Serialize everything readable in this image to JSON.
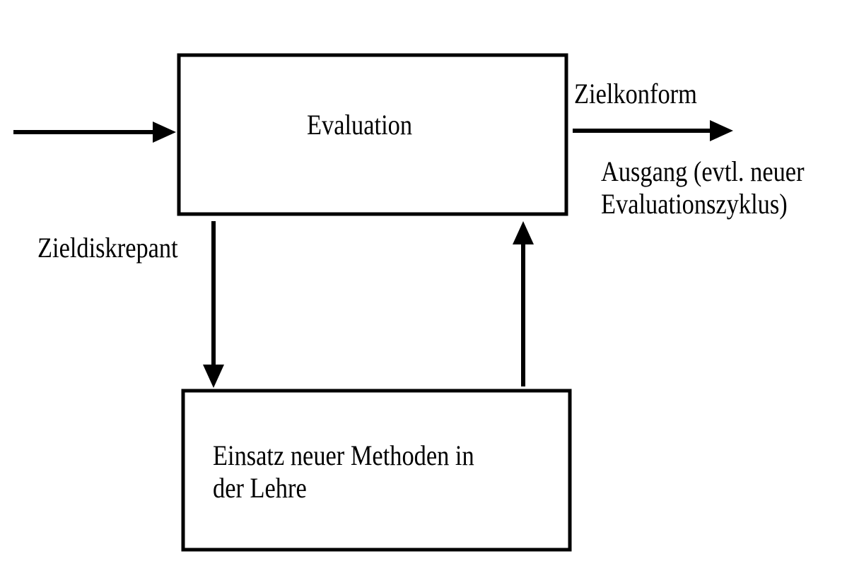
{
  "nodes": {
    "evaluation": {
      "label": "Evaluation"
    },
    "methods": {
      "lines": [
        "Einsatz neuer Methoden in",
        "der Lehre"
      ]
    }
  },
  "edges": {
    "zielkonform": {
      "label": "Zielkonform"
    },
    "ausgang": {
      "lines": [
        "Ausgang (evtl. neuer",
        "Evaluationszyklus)"
      ]
    },
    "zieldiskrepant": {
      "label": "Zieldiskrepant"
    }
  },
  "colors": {
    "stroke": "#000000",
    "background": "#ffffff"
  }
}
